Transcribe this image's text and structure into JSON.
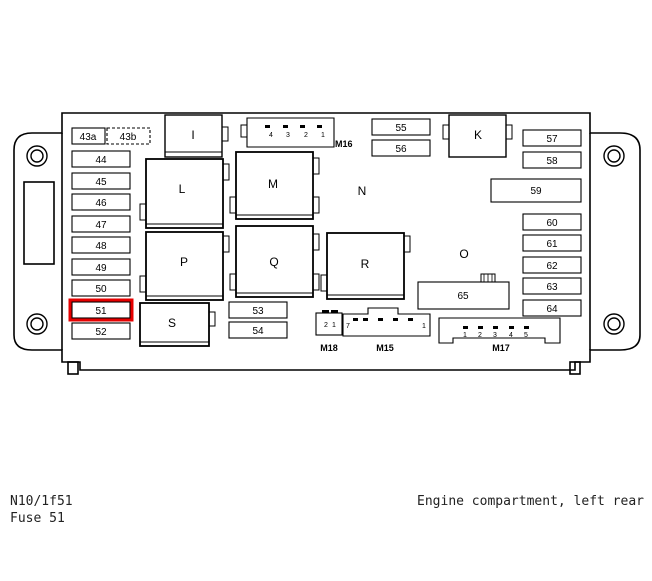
{
  "fuses_left": [
    "43a",
    "43b",
    "44",
    "45",
    "46",
    "47",
    "48",
    "49",
    "50",
    "51",
    "52"
  ],
  "fuses_mid": [
    "53",
    "54"
  ],
  "fuses_top": [
    "55",
    "56"
  ],
  "fuses_right": [
    "57",
    "58",
    "60",
    "61",
    "62",
    "63",
    "64"
  ],
  "fuse_wide": [
    "59",
    "65"
  ],
  "relays": [
    "I",
    "K",
    "L",
    "M",
    "P",
    "Q",
    "R",
    "S"
  ],
  "zone_labels": [
    "N",
    "O"
  ],
  "connectors": {
    "m16": {
      "name": "M16",
      "pins": [
        "4",
        "3",
        "2",
        "1"
      ]
    },
    "m18": {
      "name": "M18",
      "pins": [
        "2",
        "1"
      ]
    },
    "m15": {
      "name": "M15",
      "pins": [
        "7",
        "1"
      ]
    },
    "m17": {
      "name": "M17",
      "pins": [
        "1",
        "2",
        "3",
        "4",
        "5"
      ]
    }
  },
  "highlight": {
    "fuse": "51",
    "color": "#e60000"
  },
  "caption": {
    "code": "N10/1f51",
    "fuse": "Fuse 51",
    "location": "Engine compartment, left rear"
  }
}
